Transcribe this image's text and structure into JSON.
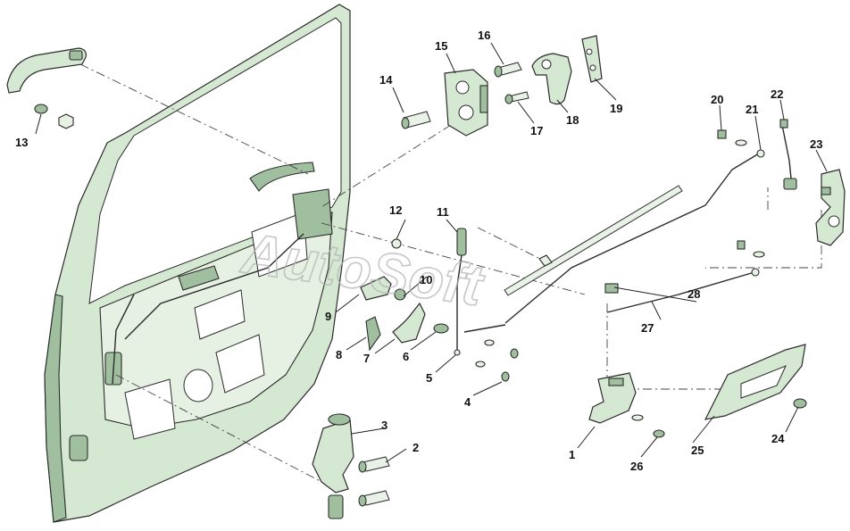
{
  "watermark": "AutoSoft",
  "callouts": [
    "1",
    "2",
    "3",
    "4",
    "5",
    "6",
    "7",
    "8",
    "9",
    "10",
    "11",
    "12",
    "13",
    "14",
    "15",
    "16",
    "17",
    "18",
    "19",
    "20",
    "21",
    "22",
    "23",
    "24",
    "25",
    "26",
    "27",
    "28"
  ],
  "colors": {
    "part_fill": "#d4e8d2",
    "part_dark": "#9fbf9f",
    "outline": "#2b2b2b",
    "watermark": "#b5b5b5"
  }
}
